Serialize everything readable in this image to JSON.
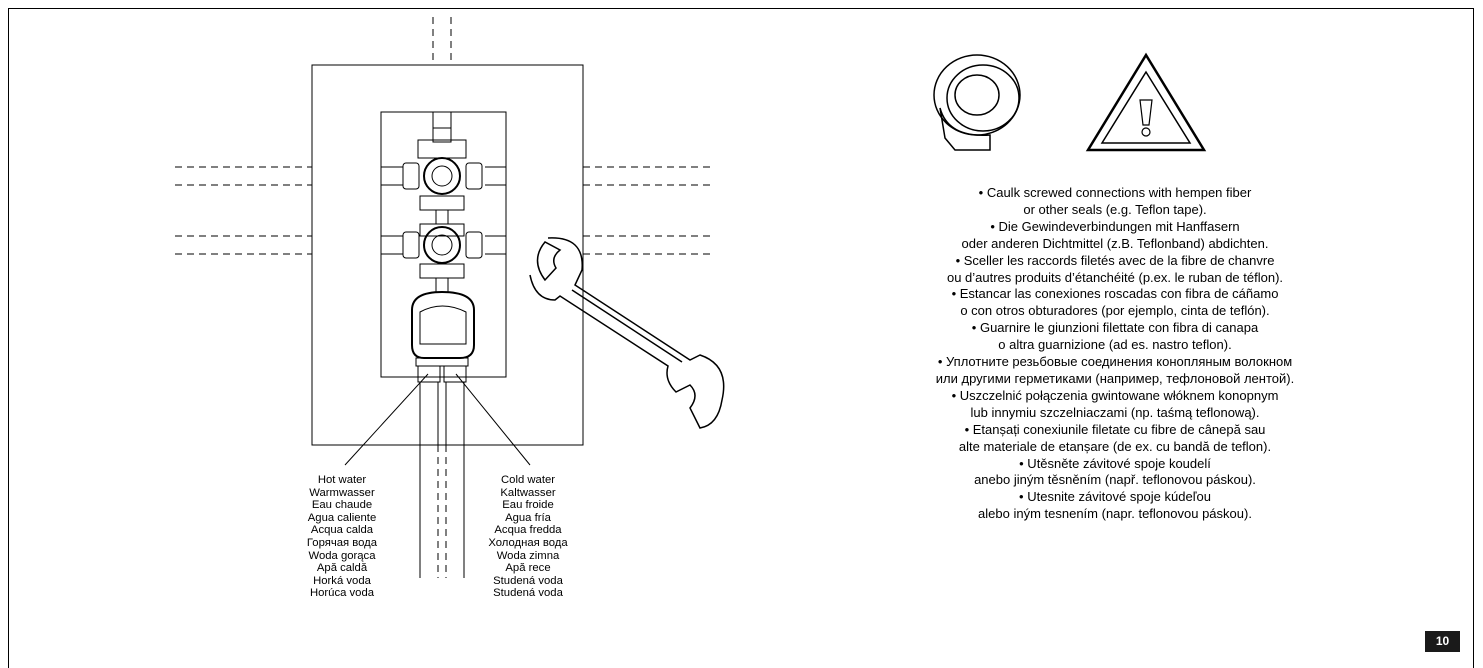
{
  "instructions": [
    "• Caulk screwed connections with hempen fiber",
    "or other seals (e.g. Teflon tape).",
    "• Die Gewindeverbindungen mit Hanffasern",
    "oder anderen Dichtmittel (z.B. Teflonband) abdichten.",
    "• Sceller les raccords filetés avec de la fibre de chanvre",
    "ou d’autres produits d’étanchéité (p.ex. le ruban de téflon).",
    "• Estancar las conexiones roscadas con fibra de cáñamo",
    "o con otros obturadores (por ejemplo, cinta de teflón).",
    "• Guarnire le giunzioni filettate con fibra di canapa",
    "o altra guarnizione (ad es. nastro teflon).",
    "• Уплотните резьбовые соединения конопляным волокном",
    "или другими герметиками (например, тефлоновой лентой).",
    "• Uszczelnić połączenia gwintowane włóknem konopnym",
    "lub innymiu szczelniaczami (np. taśmą teflonową).",
    "• Etanșați conexiunile filetate cu fibre de cânepă sau",
    "alte materiale de etanșare (de ex. cu bandă de teflon).",
    "• Utěsněte závitové spoje koudelí",
    "anebo jiným těsněním (např. teflonovou páskou).",
    "• Utesnite závitové spoje kúdeľou",
    "alebo iným tesnením (napr. teflonovou páskou)."
  ],
  "hot_water_labels": [
    "Hot water",
    "Warmwasser",
    "Eau chaude",
    "Agua caliente",
    "Acqua calda",
    "Горячая вода",
    "Woda gorąca",
    "Apă caldă",
    "Horká voda",
    "Horúca voda"
  ],
  "cold_water_labels": [
    "Cold water",
    "Kaltwasser",
    "Eau froide",
    "Agua fría",
    "Acqua fredda",
    "Холодная вода",
    "Woda zimna",
    "Apă rece",
    "Studená voda",
    "Studená voda"
  ],
  "page_number": "10",
  "icons": {
    "tape": "teflon-tape-roll-icon",
    "warning": "warning-triangle-icon",
    "wrench": "open-end-wrench-icon"
  }
}
